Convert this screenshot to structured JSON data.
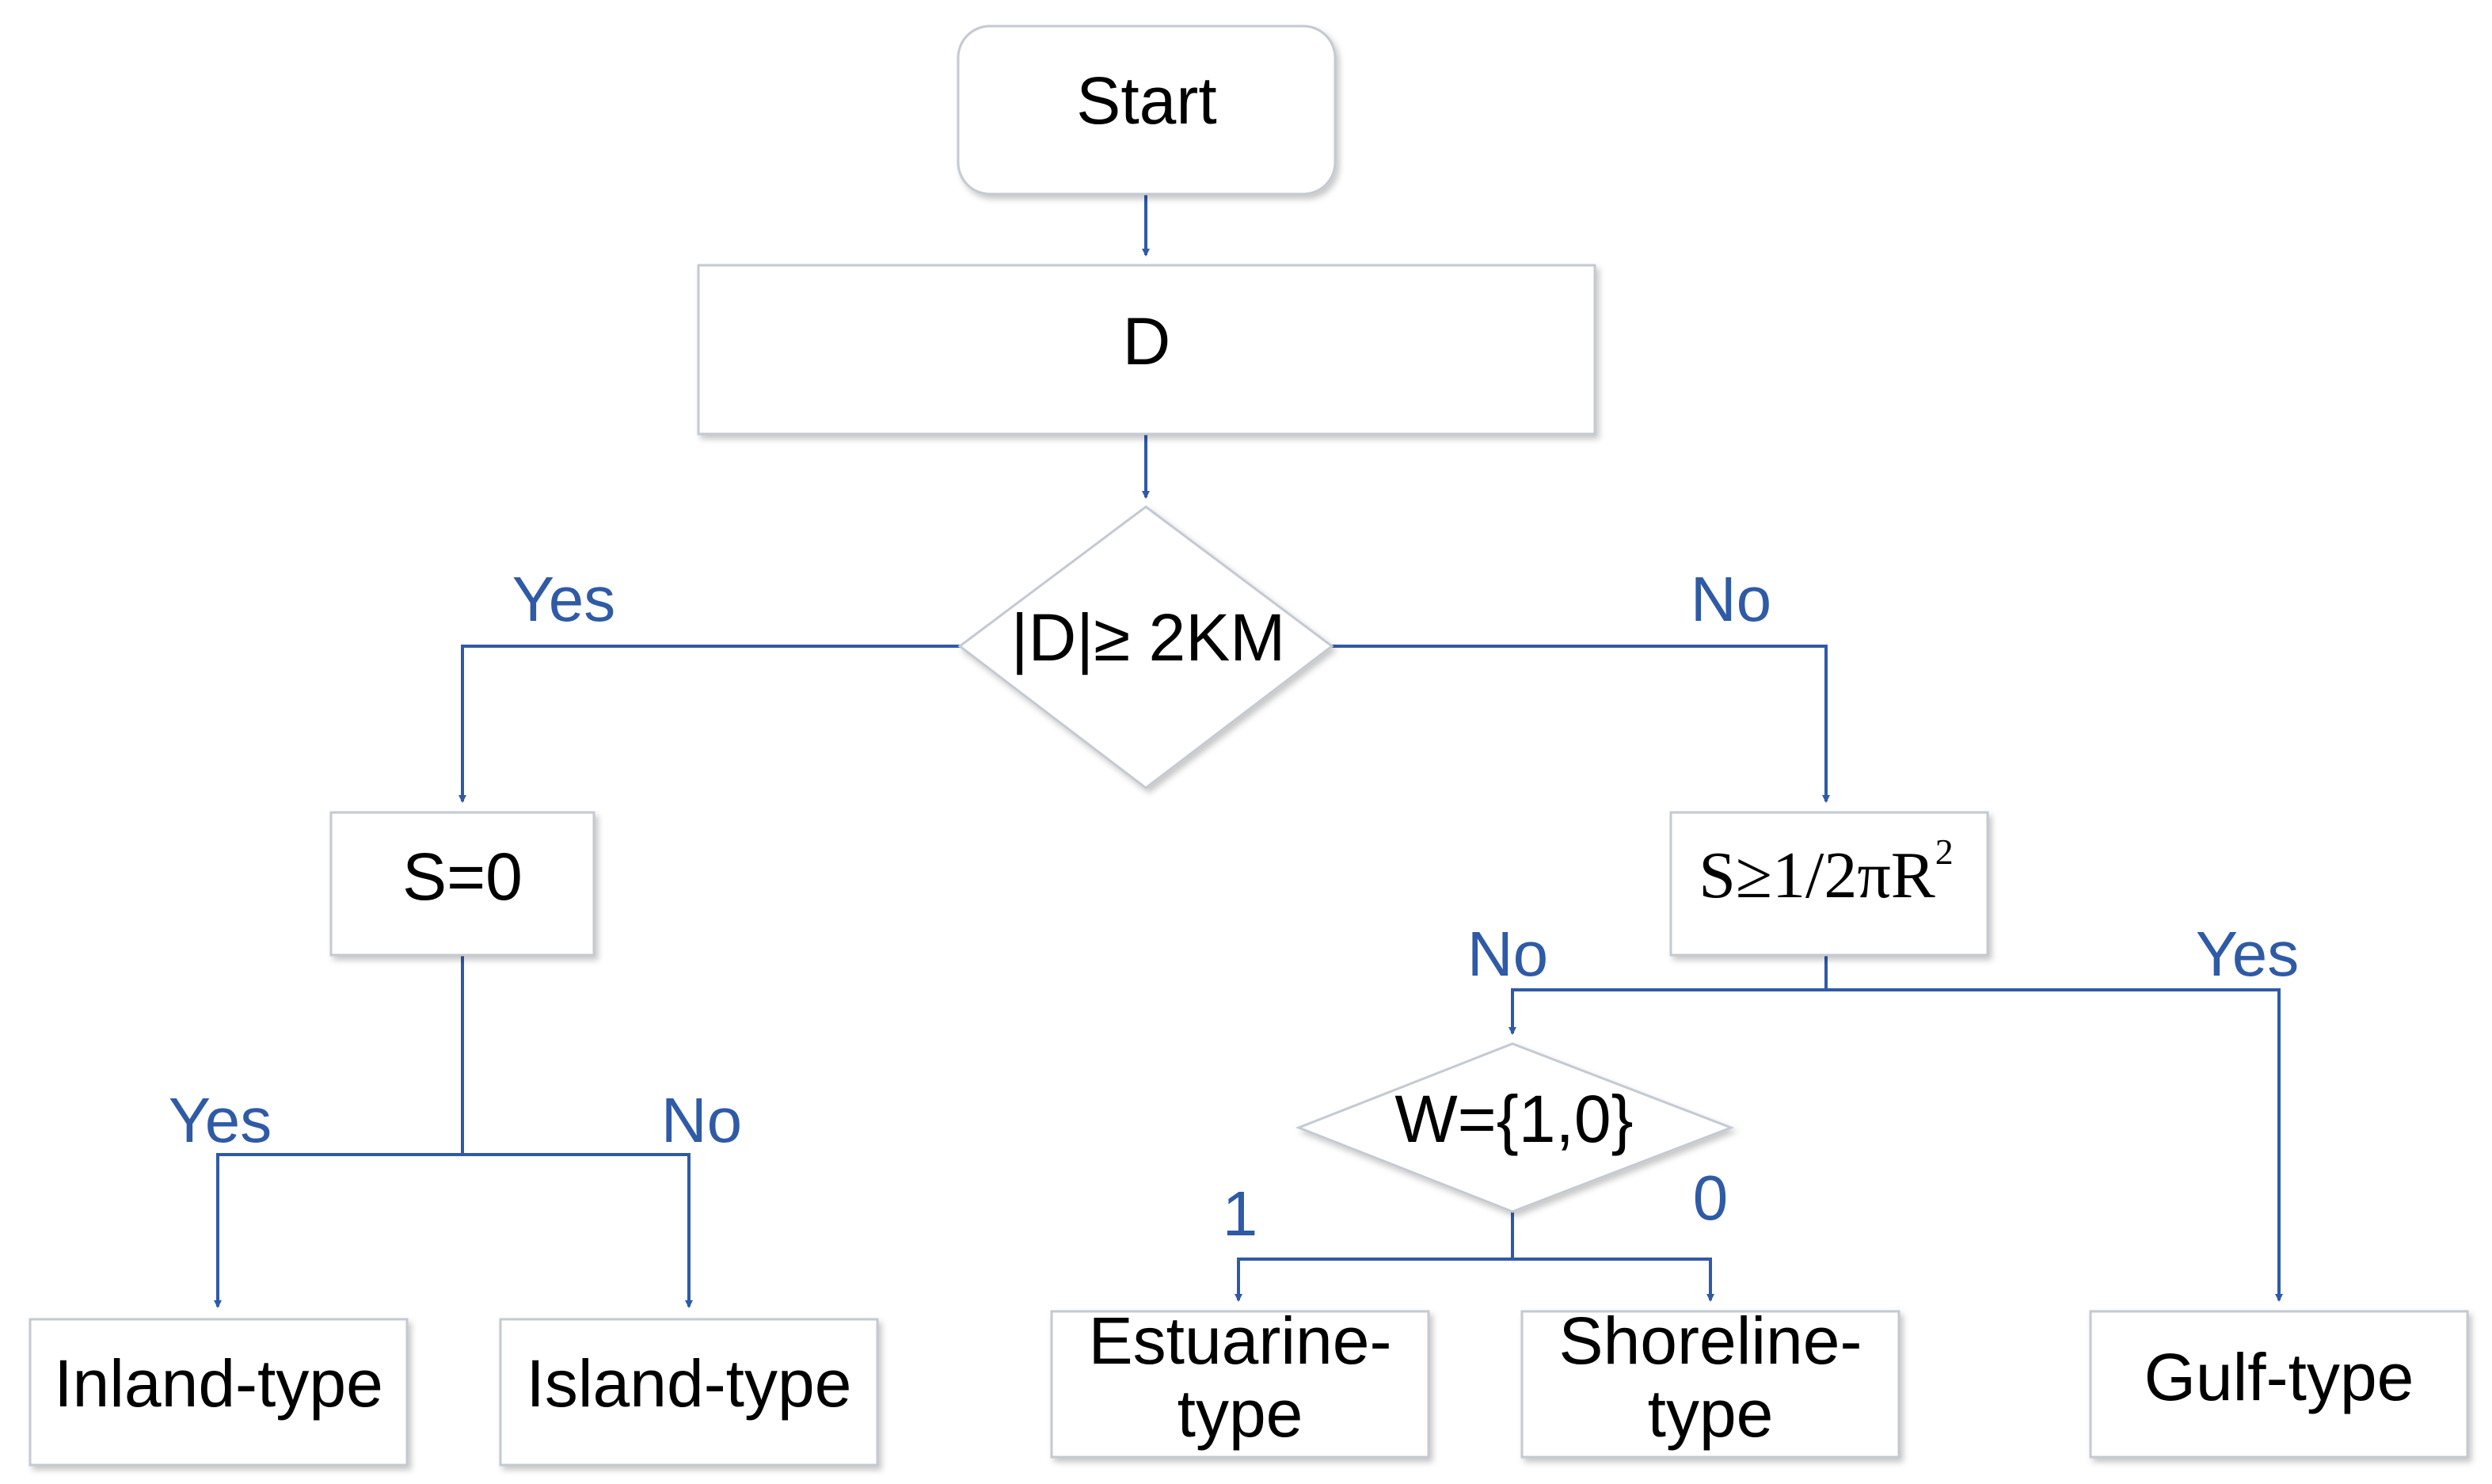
{
  "colors": {
    "edge": "#2f5aa6",
    "label": "#2f5aa6",
    "box_border": "#c3cad2"
  },
  "nodes": {
    "start": "Start",
    "d": "D",
    "cond_distance": "|D|≥ 2KM",
    "cond_s0": "S=0",
    "cond_area": {
      "prefix": "S≥1/2πR",
      "sup": "2"
    },
    "cond_w": "W={1,0}",
    "inland": "Inland-type",
    "island": "Island-type",
    "estuarine": {
      "line1": "Estuarine-",
      "line2": "type"
    },
    "shoreline": {
      "line1": "Shoreline-",
      "line2": "type"
    },
    "gulf": "Gulf-type"
  },
  "edge_labels": {
    "distance_yes": "Yes",
    "distance_no": "No",
    "s0_yes": "Yes",
    "s0_no": "No",
    "area_no": "No",
    "area_yes": "Yes",
    "w_one": "1",
    "w_zero": "0"
  }
}
